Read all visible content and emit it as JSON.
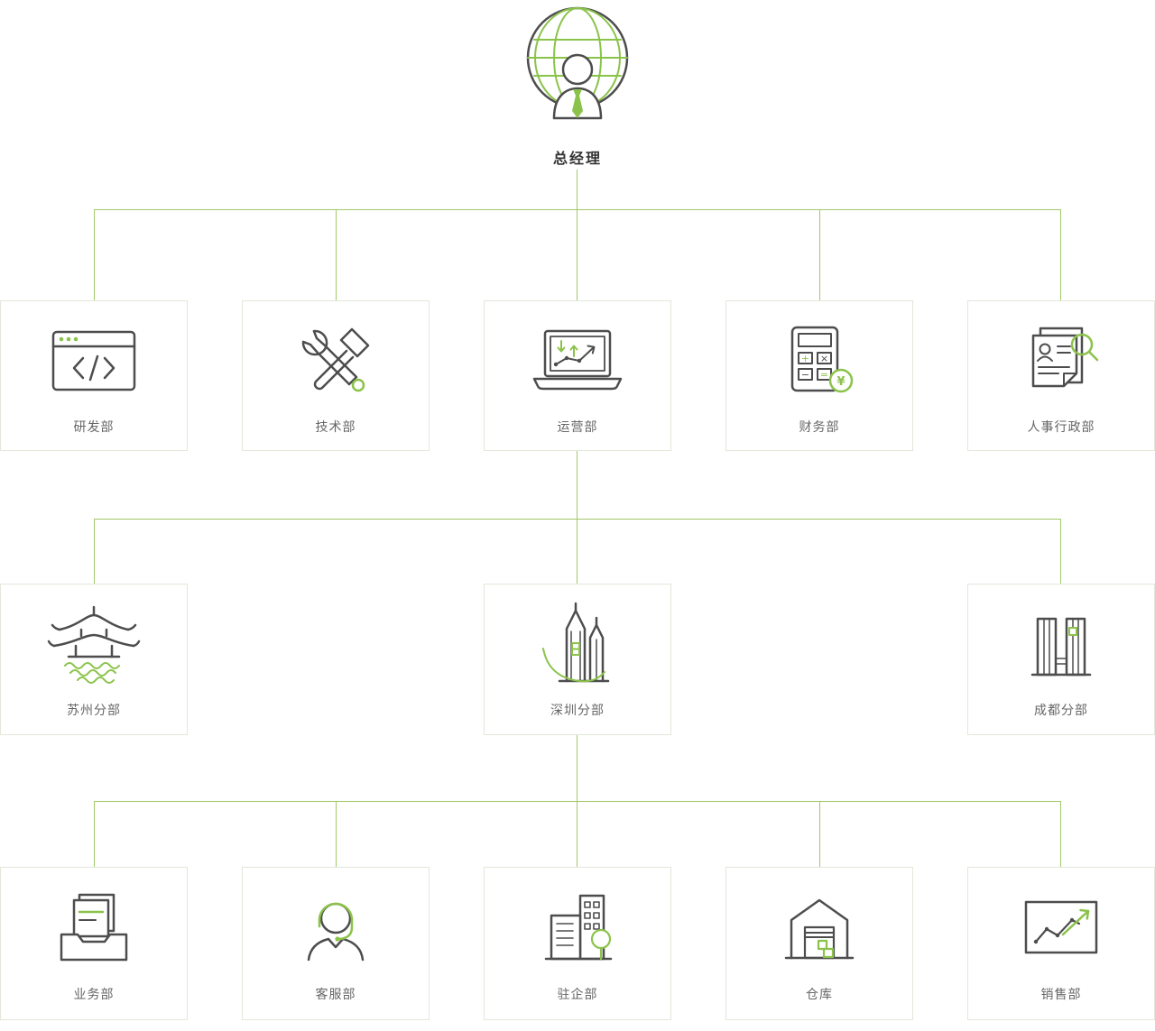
{
  "org_chart": {
    "root": {
      "label": "总经理",
      "icon": "globe-manager-icon"
    },
    "level2": [
      {
        "label": "研发部",
        "icon": "code-browser-icon"
      },
      {
        "label": "技术部",
        "icon": "tools-icon"
      },
      {
        "label": "运营部",
        "icon": "laptop-chart-icon"
      },
      {
        "label": "财务部",
        "icon": "calculator-icon"
      },
      {
        "label": "人事行政部",
        "icon": "resume-search-icon"
      }
    ],
    "level3": [
      {
        "label": "苏州分部",
        "icon": "pavilion-water-icon"
      },
      {
        "label": "深圳分部",
        "icon": "skyscraper-icon"
      },
      {
        "label": "成都分部",
        "icon": "twin-towers-icon"
      }
    ],
    "level4": [
      {
        "label": "业务部",
        "icon": "documents-tray-icon"
      },
      {
        "label": "客服部",
        "icon": "support-agent-icon"
      },
      {
        "label": "驻企部",
        "icon": "buildings-tree-icon"
      },
      {
        "label": "仓库",
        "icon": "warehouse-icon"
      },
      {
        "label": "销售部",
        "icon": "line-chart-icon"
      }
    ]
  },
  "icons": {
    "calculator_buttons": [
      "+",
      "×",
      "−",
      "="
    ],
    "currency_symbol": "¥"
  },
  "colors": {
    "connector_line": "#a2c969",
    "node_border": "#e2e8da",
    "label_text": "#666666",
    "root_label_text": "#333333",
    "icon_stroke": "#4d4d4d",
    "icon_accent": "#8bc34a"
  }
}
